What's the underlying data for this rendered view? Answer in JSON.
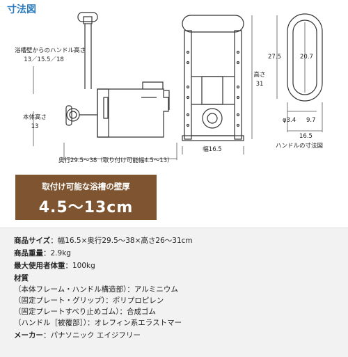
{
  "title": "寸法図",
  "labels": {
    "handle_height_from_wall": "浴槽壁からのハンドル高さ",
    "handle_height_values": "13／15.5／18",
    "body_height_label": "本体高さ",
    "body_height_value": "13",
    "depth": "奥行29.5～38（取り付け可能幅4.5～13）",
    "width": "幅16.5",
    "height_label": "高さ",
    "height_value": "31",
    "dim_27_5": "27.5",
    "dim_20_7": "20.7",
    "dim_phi_3_4": "φ3.4",
    "dim_9_7": "9.7",
    "dim_16_5": "16.5",
    "handle_dims": "ハンドルの寸法図"
  },
  "banner": {
    "line1": "取付け可能な浴槽の壁厚",
    "line2": "4.5～13cm"
  },
  "specs": [
    {
      "key": "商品サイズ",
      "value": "：幅16.5×奥行29.5～38×高さ26～31cm"
    },
    {
      "key": "商品重量",
      "value": "：2.9kg"
    },
    {
      "key": "最大使用者体重",
      "value": "：100kg"
    },
    {
      "key": "材質",
      "value": ""
    },
    {
      "key": "",
      "value": "（本体フレーム・ハンドル構造部）：アルミニウム"
    },
    {
      "key": "",
      "value": "（固定プレート・グリップ）：ポリプロピレン"
    },
    {
      "key": "",
      "value": "（固定プレートすべり止めゴム）：合成ゴム"
    },
    {
      "key": "",
      "value": "（ハンドル［被覆部］）：オレフィン系エラストマー"
    },
    {
      "key": "メーカー",
      "value": "：パナソニック エイジフリー"
    }
  ]
}
